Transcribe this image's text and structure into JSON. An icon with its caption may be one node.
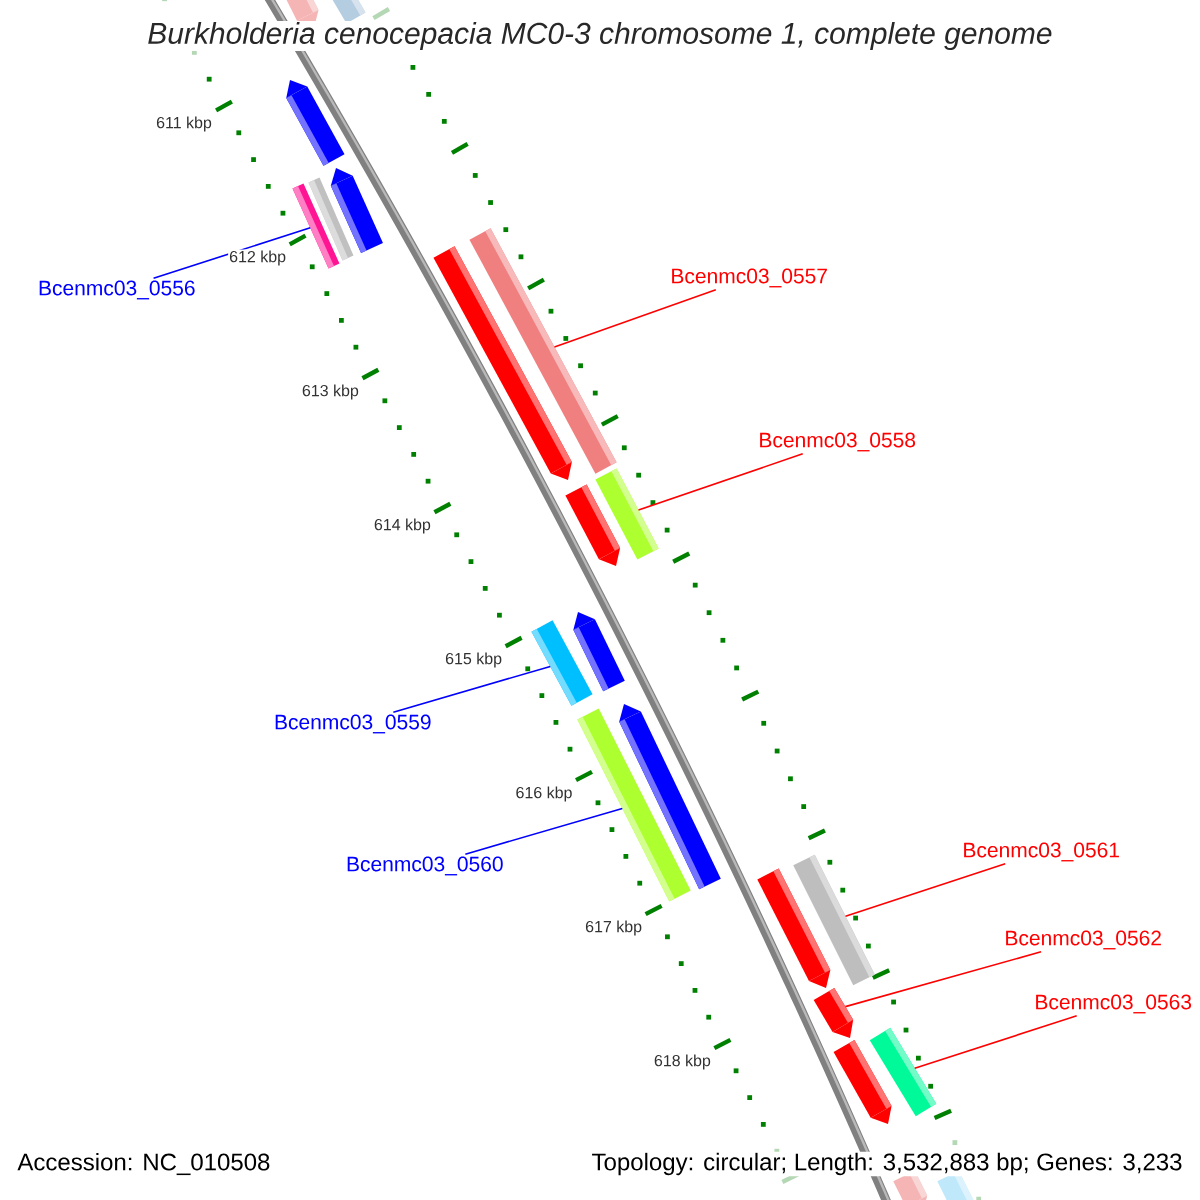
{
  "diagram": {
    "title": "Burkholderia cenocepacia MC0-3 chromosome 1, complete genome",
    "nodes": [
      {
        "text": [],
        "shape": "bar"
      },
      {
        "text": [],
        "shape": "bar"
      },
      {
        "text": [],
        "shape": "bar"
      },
      {
        "text": [],
        "shape": "bar"
      },
      {
        "text": [],
        "shape": "bar"
      },
      {
        "text": [],
        "shape": "bar"
      },
      {
        "text": [
          "Bcenmc03_0556"
        ]
      },
      {
        "text": [],
        "shape": "bar"
      },
      {
        "text": [],
        "shape": "bar"
      },
      {
        "text": [
          "Bcenmc03_0557"
        ]
      },
      {
        "text": [
          "Bcenmc03_0558"
        ]
      },
      {
        "text": [],
        "shape": "bar"
      },
      {
        "text": [],
        "shape": "bar"
      },
      {
        "text": [],
        "shape": "bar"
      },
      {
        "text": [],
        "shape": "bar"
      },
      {
        "text": [
          "Bcenmc03_0559"
        ]
      },
      {
        "text": [],
        "shape": "bar"
      },
      {
        "text": [],
        "shape": "bar"
      },
      {
        "text": [
          "Bcenmc03_0560"
        ]
      },
      {
        "text": [
          "Bcenmc03_0561"
        ]
      },
      {
        "text": [],
        "shape": "bar"
      },
      {
        "text": [],
        "shape": "bar"
      },
      {
        "text": [
          "Bcenmc03_0562"
        ]
      },
      {
        "text": [],
        "shape": "bar"
      },
      {
        "text": [
          "Bcenmc03_0563"
        ]
      },
      {
        "text": [],
        "shape": "bar"
      },
      {
        "text": [],
        "shape": "bar"
      },
      {
        "text": [],
        "shape": "bar"
      },
      {
        "text": [],
        "shape": "bar"
      }
    ],
    "edges": [
      {
        "from": 6,
        "to": 5,
        "arrow": "none",
        "color": "#0000ff"
      },
      {
        "from": 9,
        "to": 8,
        "arrow": "none"
      },
      {
        "from": 10,
        "to": 12,
        "arrow": "none"
      },
      {
        "from": 15,
        "to": 13,
        "arrow": "none",
        "color": "#0000ff"
      },
      {
        "from": 18,
        "to": 16,
        "arrow": "none",
        "color": "#0000ff"
      },
      {
        "from": 19,
        "to": 21,
        "arrow": "none"
      },
      {
        "from": 22,
        "to": 23,
        "arrow": "none"
      },
      {
        "from": 24,
        "to": 26,
        "arrow": "none"
      }
    ],
    "labels": [
      "611 kbp",
      "612 kbp",
      "613 kbp",
      "614 kbp",
      "615 kbp",
      "616 kbp",
      "617 kbp",
      "618 kbp",
      "Accession: NC_010508",
      "Topology: circular; Length: 3,532,883 bp; Genes: 3,233"
    ]
  }
}
